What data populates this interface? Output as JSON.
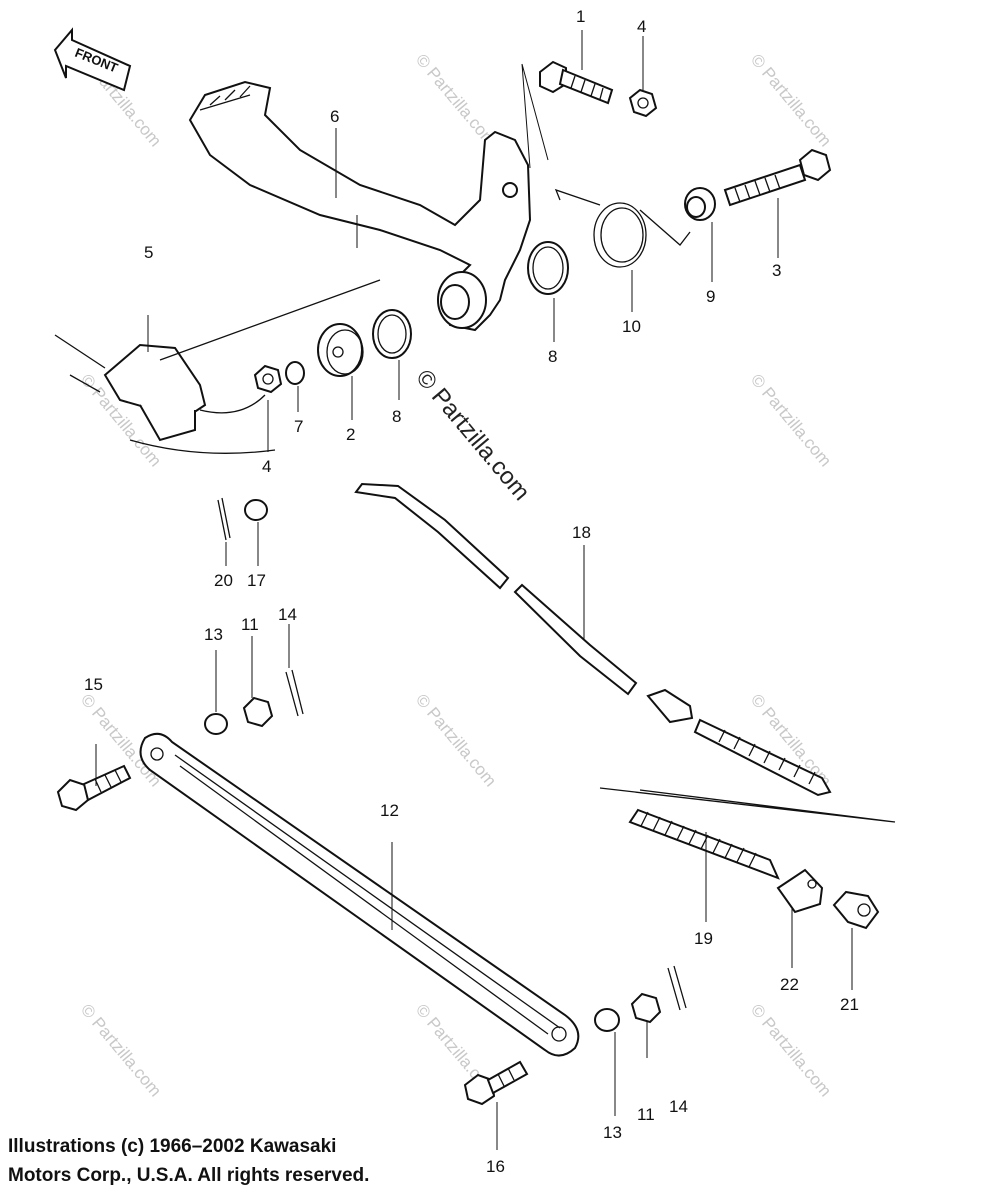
{
  "front_arrow_label": "FRONT",
  "watermark": "© Partzilla.com",
  "copyright_line1": "Illustrations (c) 1966–2002 Kawasaki",
  "copyright_line2": "Motors Corp., U.S.A.  All rights reserved.",
  "part_numbers": {
    "p1": "1",
    "p4a": "4",
    "p6": "6",
    "p3": "3",
    "p9": "9",
    "p10": "10",
    "p8a": "8",
    "p5": "5",
    "p4b": "4",
    "p7": "7",
    "p2": "2",
    "p8b": "8",
    "p18": "18",
    "p20": "20",
    "p17": "17",
    "p13a": "13",
    "p11a": "11",
    "p14a": "14",
    "p15": "15",
    "p12": "12",
    "p19": "19",
    "p22": "22",
    "p21": "21",
    "p13b": "13",
    "p11b": "11",
    "p14b": "14",
    "p16": "16"
  }
}
